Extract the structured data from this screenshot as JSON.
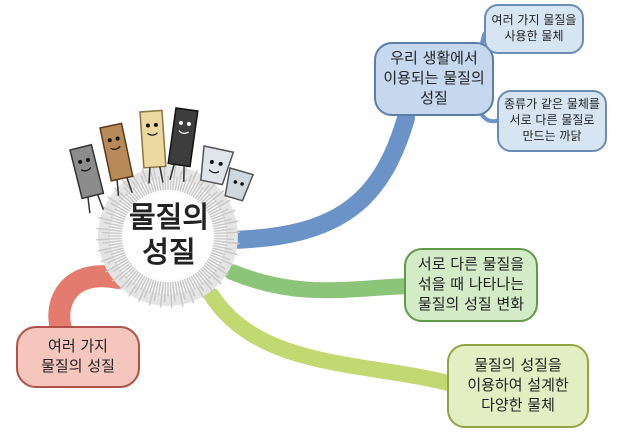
{
  "center": {
    "title": "물질의\n성질"
  },
  "branches": {
    "left": {
      "label": "여러 가지\n물질의 성질",
      "color": "#e37b6e"
    },
    "blue": {
      "label": "우리 생활에서\n이용되는 물질의\n성질",
      "color": "#6c93c7",
      "children": [
        {
          "label": "여러 가지 물질을\n사용한 물체"
        },
        {
          "label": "종류가 같은 물체를\n서로 다른 물질로\n만드는 까닭"
        }
      ]
    },
    "green1": {
      "label": "서로 다른 물질을\n섞을 때 나타나는\n물질의 성질 변화",
      "color": "#8cc57a"
    },
    "green2": {
      "label": "물질의 성질을\n이용하여 설계한\n다양한 물체",
      "color": "#c2d870"
    }
  }
}
